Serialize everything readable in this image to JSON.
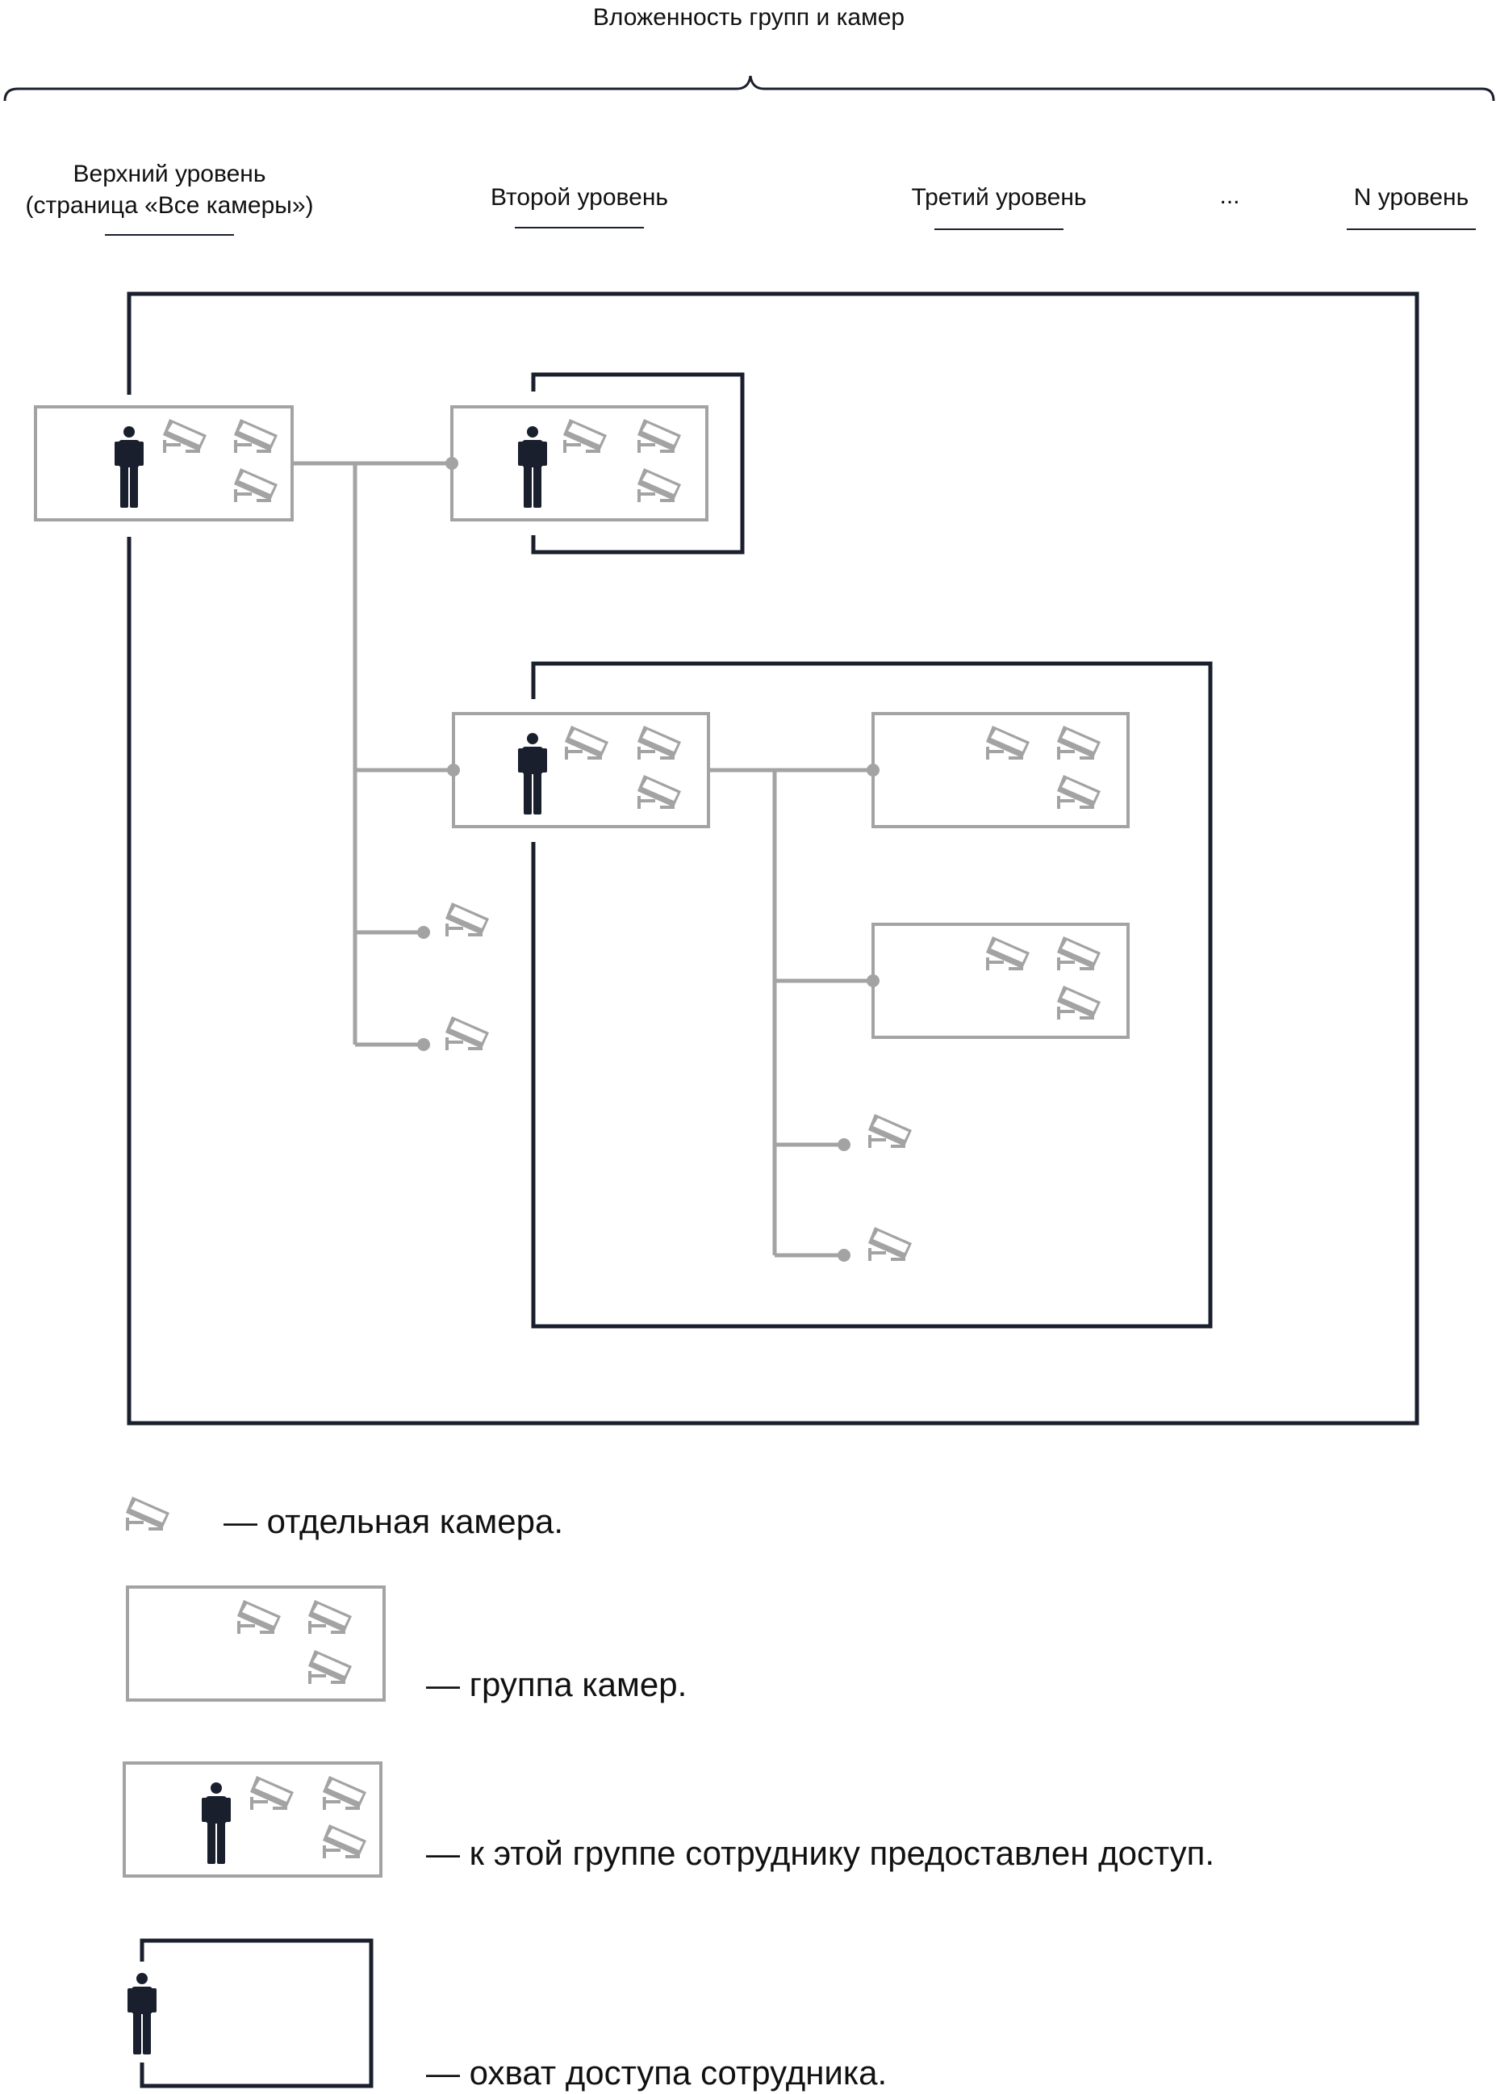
{
  "title": "Вложенность групп и камер",
  "levels": [
    {
      "line1": "Верхний уровень",
      "line2": "(страница «Все камеры»)"
    },
    {
      "line1": "Второй уровень"
    },
    {
      "line1": "Третий уровень"
    },
    {
      "line1": "..."
    },
    {
      "line1": "N уровень"
    }
  ],
  "legend": {
    "camera": "— отдельная камера.",
    "group": "— группа камер.",
    "access_group": "— к этой группе сотруднику предоставлен доступ.",
    "scope": "— охват доступа сотрудника."
  },
  "colors": {
    "dark": "#1a1f2e",
    "gray": "#a3a3a3"
  },
  "icons": [
    "camera-icon",
    "person-icon"
  ]
}
